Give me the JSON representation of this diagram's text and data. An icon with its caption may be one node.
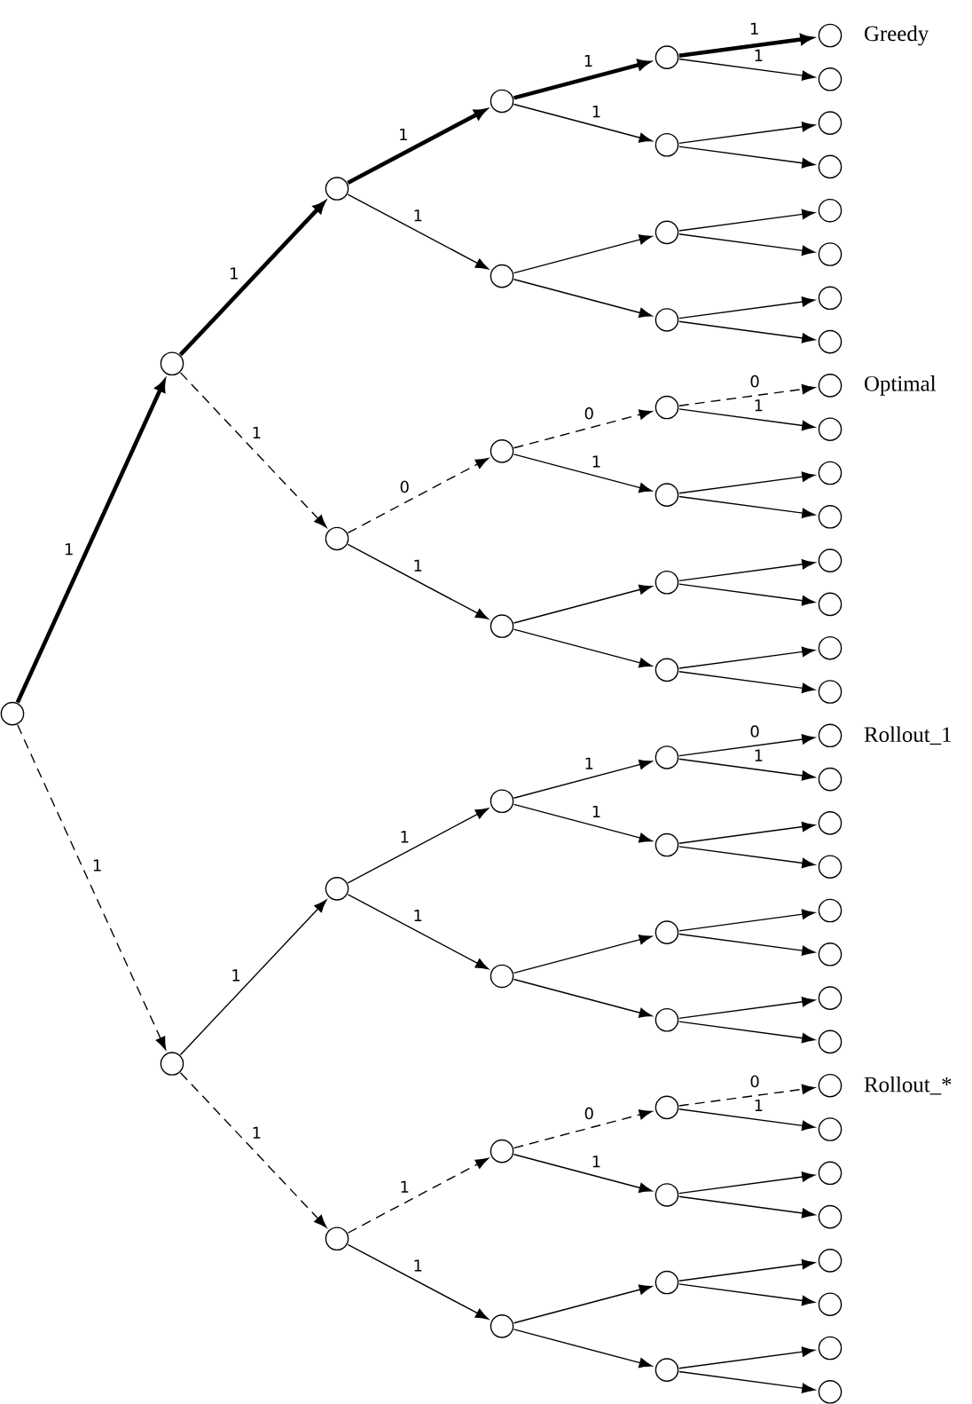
{
  "diagram": {
    "nodes": [
      {
        "text": [],
        "shape": "circle"
      },
      {
        "text": [],
        "shape": "circle"
      },
      {
        "text": [],
        "shape": "circle"
      },
      {
        "text": [],
        "shape": "circle"
      },
      {
        "text": [],
        "shape": "circle"
      },
      {
        "text": [],
        "shape": "circle"
      },
      {
        "text": [],
        "shape": "circle"
      },
      {
        "text": [],
        "shape": "circle"
      },
      {
        "text": [],
        "shape": "circle"
      },
      {
        "text": [],
        "shape": "circle"
      },
      {
        "text": [],
        "shape": "circle"
      },
      {
        "text": [],
        "shape": "circle"
      },
      {
        "text": [],
        "shape": "circle"
      },
      {
        "text": [],
        "shape": "circle"
      },
      {
        "text": [],
        "shape": "circle"
      },
      {
        "text": [],
        "shape": "circle"
      },
      {
        "text": [],
        "shape": "circle"
      },
      {
        "text": [],
        "shape": "circle"
      },
      {
        "text": [],
        "shape": "circle"
      },
      {
        "text": [],
        "shape": "circle"
      },
      {
        "text": [],
        "shape": "circle"
      },
      {
        "text": [],
        "shape": "circle"
      },
      {
        "text": [],
        "shape": "circle"
      },
      {
        "text": [],
        "shape": "circle"
      },
      {
        "text": [],
        "shape": "circle"
      },
      {
        "text": [],
        "shape": "circle"
      },
      {
        "text": [],
        "shape": "circle"
      },
      {
        "text": [],
        "shape": "circle"
      },
      {
        "text": [],
        "shape": "circle"
      },
      {
        "text": [],
        "shape": "circle"
      },
      {
        "text": [],
        "shape": "circle"
      },
      {
        "text": [],
        "shape": "circle",
        "beside": [
          "Greedy"
        ]
      },
      {
        "text": [],
        "shape": "circle"
      },
      {
        "text": [],
        "shape": "circle"
      },
      {
        "text": [],
        "shape": "circle"
      },
      {
        "text": [],
        "shape": "circle"
      },
      {
        "text": [],
        "shape": "circle"
      },
      {
        "text": [],
        "shape": "circle"
      },
      {
        "text": [],
        "shape": "circle"
      },
      {
        "text": [],
        "shape": "circle",
        "beside": [
          "Optimal"
        ]
      },
      {
        "text": [],
        "shape": "circle"
      },
      {
        "text": [],
        "shape": "circle"
      },
      {
        "text": [],
        "shape": "circle"
      },
      {
        "text": [],
        "shape": "circle"
      },
      {
        "text": [],
        "shape": "circle"
      },
      {
        "text": [],
        "shape": "circle"
      },
      {
        "text": [],
        "shape": "circle"
      },
      {
        "text": [],
        "shape": "circle",
        "beside": [
          "Rollout_1"
        ]
      },
      {
        "text": [],
        "shape": "circle"
      },
      {
        "text": [],
        "shape": "circle"
      },
      {
        "text": [],
        "shape": "circle"
      },
      {
        "text": [],
        "shape": "circle"
      },
      {
        "text": [],
        "shape": "circle"
      },
      {
        "text": [],
        "shape": "circle"
      },
      {
        "text": [],
        "shape": "circle"
      },
      {
        "text": [],
        "shape": "circle",
        "beside": [
          "Rollout_*"
        ]
      },
      {
        "text": [],
        "shape": "circle"
      },
      {
        "text": [],
        "shape": "circle"
      },
      {
        "text": [],
        "shape": "circle"
      },
      {
        "text": [],
        "shape": "circle"
      },
      {
        "text": [],
        "shape": "circle"
      },
      {
        "text": [],
        "shape": "circle"
      },
      {
        "text": [],
        "shape": "circle"
      }
    ],
    "edges": [
      {
        "from": 0,
        "to": 1,
        "arrow": "to",
        "label": "1",
        "style": "thick"
      },
      {
        "from": 0,
        "to": 2,
        "arrow": "to",
        "label": "1",
        "style": "dashed"
      },
      {
        "from": 1,
        "to": 3,
        "arrow": "to",
        "label": "1",
        "style": "thick"
      },
      {
        "from": 1,
        "to": 4,
        "arrow": "to",
        "label": "1",
        "style": "dashed"
      },
      {
        "from": 2,
        "to": 5,
        "arrow": "to",
        "label": "1"
      },
      {
        "from": 2,
        "to": 6,
        "arrow": "to",
        "label": "1",
        "style": "dashed"
      },
      {
        "from": 3,
        "to": 7,
        "arrow": "to",
        "label": "1",
        "style": "thick"
      },
      {
        "from": 3,
        "to": 8,
        "arrow": "to",
        "label": "1"
      },
      {
        "from": 4,
        "to": 9,
        "arrow": "to",
        "label": "0",
        "style": "dashed"
      },
      {
        "from": 4,
        "to": 10,
        "arrow": "to",
        "label": "1"
      },
      {
        "from": 5,
        "to": 11,
        "arrow": "to",
        "label": "1"
      },
      {
        "from": 5,
        "to": 12,
        "arrow": "to",
        "label": "1"
      },
      {
        "from": 6,
        "to": 13,
        "arrow": "to",
        "label": "1",
        "style": "dashed"
      },
      {
        "from": 6,
        "to": 14,
        "arrow": "to",
        "label": "1"
      },
      {
        "from": 7,
        "to": 15,
        "arrow": "to",
        "label": "1",
        "style": "thick"
      },
      {
        "from": 7,
        "to": 16,
        "arrow": "to",
        "label": "1"
      },
      {
        "from": 8,
        "to": 17,
        "arrow": "to"
      },
      {
        "from": 8,
        "to": 18,
        "arrow": "to"
      },
      {
        "from": 9,
        "to": 19,
        "arrow": "to",
        "label": "0",
        "style": "dashed"
      },
      {
        "from": 9,
        "to": 20,
        "arrow": "to",
        "label": "1"
      },
      {
        "from": 10,
        "to": 21,
        "arrow": "to"
      },
      {
        "from": 10,
        "to": 22,
        "arrow": "to"
      },
      {
        "from": 11,
        "to": 23,
        "arrow": "to",
        "label": "1"
      },
      {
        "from": 11,
        "to": 24,
        "arrow": "to",
        "label": "1"
      },
      {
        "from": 12,
        "to": 25,
        "arrow": "to"
      },
      {
        "from": 12,
        "to": 26,
        "arrow": "to"
      },
      {
        "from": 13,
        "to": 27,
        "arrow": "to",
        "label": "0",
        "style": "dashed"
      },
      {
        "from": 13,
        "to": 28,
        "arrow": "to",
        "label": "1"
      },
      {
        "from": 14,
        "to": 29,
        "arrow": "to"
      },
      {
        "from": 14,
        "to": 30,
        "arrow": "to"
      },
      {
        "from": 15,
        "to": 31,
        "arrow": "to",
        "label": "1",
        "style": "thick"
      },
      {
        "from": 15,
        "to": 32,
        "arrow": "to",
        "label": "1"
      },
      {
        "from": 16,
        "to": 33,
        "arrow": "to"
      },
      {
        "from": 16,
        "to": 34,
        "arrow": "to"
      },
      {
        "from": 17,
        "to": 35,
        "arrow": "to"
      },
      {
        "from": 17,
        "to": 36,
        "arrow": "to"
      },
      {
        "from": 18,
        "to": 37,
        "arrow": "to"
      },
      {
        "from": 18,
        "to": 38,
        "arrow": "to"
      },
      {
        "from": 19,
        "to": 39,
        "arrow": "to",
        "label": "0",
        "style": "dashed"
      },
      {
        "from": 19,
        "to": 40,
        "arrow": "to",
        "label": "1"
      },
      {
        "from": 20,
        "to": 41,
        "arrow": "to"
      },
      {
        "from": 20,
        "to": 42,
        "arrow": "to"
      },
      {
        "from": 21,
        "to": 43,
        "arrow": "to"
      },
      {
        "from": 21,
        "to": 44,
        "arrow": "to"
      },
      {
        "from": 22,
        "to": 45,
        "arrow": "to"
      },
      {
        "from": 22,
        "to": 46,
        "arrow": "to"
      },
      {
        "from": 23,
        "to": 47,
        "arrow": "to",
        "label": "0"
      },
      {
        "from": 23,
        "to": 48,
        "arrow": "to",
        "label": "1"
      },
      {
        "from": 24,
        "to": 49,
        "arrow": "to"
      },
      {
        "from": 24,
        "to": 50,
        "arrow": "to"
      },
      {
        "from": 25,
        "to": 51,
        "arrow": "to"
      },
      {
        "from": 25,
        "to": 52,
        "arrow": "to"
      },
      {
        "from": 26,
        "to": 53,
        "arrow": "to"
      },
      {
        "from": 26,
        "to": 54,
        "arrow": "to"
      },
      {
        "from": 27,
        "to": 55,
        "arrow": "to",
        "label": "0",
        "style": "dashed"
      },
      {
        "from": 27,
        "to": 56,
        "arrow": "to",
        "label": "1"
      },
      {
        "from": 28,
        "to": 57,
        "arrow": "to"
      },
      {
        "from": 28,
        "to": 58,
        "arrow": "to"
      },
      {
        "from": 29,
        "to": 59,
        "arrow": "to"
      },
      {
        "from": 29,
        "to": 60,
        "arrow": "to"
      },
      {
        "from": 30,
        "to": 61,
        "arrow": "to"
      },
      {
        "from": 30,
        "to": 62,
        "arrow": "to"
      }
    ]
  }
}
